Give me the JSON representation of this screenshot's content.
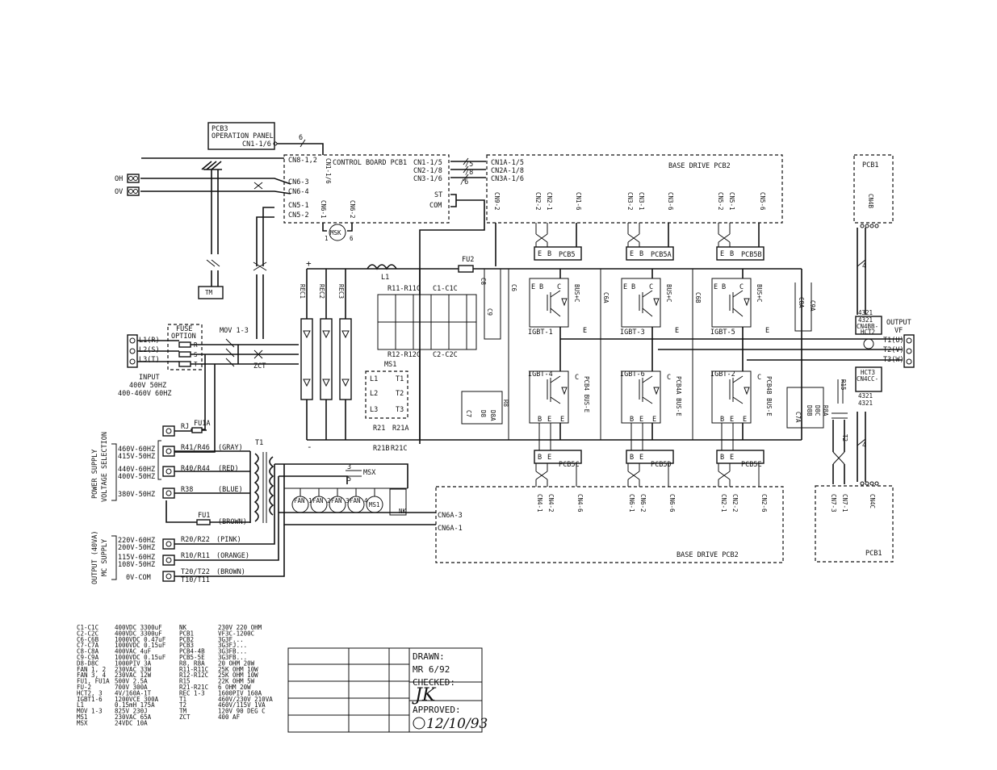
{
  "boards": {
    "operation_panel": [
      "PCB3",
      "OPERATION PANEL",
      "CN1-1/6"
    ],
    "control_board": "CONTROL BOARD PCB1",
    "base_drive_top": "BASE DRIVE PCB2",
    "base_drive_bottom": "BASE DRIVE PCB2",
    "pcb1_top": "PCB1",
    "pcb1_bottom": "PCB1",
    "cn4b": "CN4B",
    "cn4c": "CN4C",
    "cn7_1": "CN7-1",
    "cn7_3": "CN7-3"
  },
  "control_connectors": {
    "left": [
      "CN8-1,2",
      "CN6-3",
      "CN6-4",
      "CN5-1",
      "CN5-2"
    ],
    "right": [
      "CN1-1/5",
      "CN2-1/8",
      "CN3-1/6",
      "ST",
      "COM"
    ],
    "top": "CN1-1/6",
    "bottom": [
      "CN6-1",
      "CN6-2"
    ],
    "msk": "MSK",
    "msk_pins": [
      "1",
      "6"
    ],
    "bus_counts": [
      "/5",
      "/8",
      "/6"
    ],
    "panel_count": "6"
  },
  "base_drive_connectors": {
    "left": [
      "CN1A-1/5",
      "CN2A-1/8",
      "CN3A-1/6"
    ],
    "top": [
      "CN9-2",
      "CN2-2",
      "CN2-1",
      "CN1-6",
      "CN3-2",
      "CN3-1",
      "CN3-6",
      "CN5-2",
      "CN5-1",
      "CN5-6"
    ],
    "bottom": [
      "CN4-1",
      "CN4-2",
      "CN4-6",
      "CN6-1",
      "CN6-2",
      "CN6-6",
      "CN2-1",
      "CN2-2",
      "CN2-6"
    ],
    "cn6a": [
      "CN6A-3",
      "CN6A-1"
    ]
  },
  "terminals": {
    "oh": "OH",
    "ov": "OV",
    "input": [
      "L1(R)",
      "L2(S)",
      "L3(T)"
    ],
    "input_note": [
      "INPUT",
      "400V 50HZ",
      "400-460V 60HZ"
    ],
    "output": [
      "T1(U)",
      "T2(V)",
      "T3(W)"
    ],
    "output_label": [
      "OUTPUT",
      "VF"
    ],
    "tm": "TM",
    "fuse_option": [
      "FUSE",
      "OPTION"
    ],
    "rst": [
      "R",
      "S",
      "T"
    ]
  },
  "components": {
    "mov": "MOV 1-3",
    "zct": "ZCT",
    "rec": [
      "REC1",
      "REC2",
      "REC3"
    ],
    "l1": "L1",
    "fu2": "FU2",
    "r11": "R11-R11C",
    "r12": "R12-R12C",
    "c1": "C1-C1C",
    "c2": "C2-C2C",
    "c8": "C8",
    "c9": "C9",
    "c6": "C6",
    "c7": "C7",
    "d8": "D8",
    "d8a": "D8A",
    "r8": "R8",
    "ms1": "MS1",
    "contacts": [
      "L1",
      "T1",
      "L2",
      "T2",
      "L3",
      "T3"
    ],
    "r21": [
      "R21",
      "R21A",
      "R21B",
      "R21C"
    ],
    "c6a": "C6A",
    "c6b": "C6B",
    "c8a": "C8A",
    "c9a": "C9A",
    "c7a": "C7A",
    "d8b": "D8B",
    "d8c": "D8C",
    "r8a": "R8A",
    "r15": "R15",
    "t2": "T2",
    "hct2": [
      "CN4BB-",
      "HCT2"
    ],
    "hct3": [
      "HCT3",
      "CN4CC-"
    ],
    "pin_nums": "4321",
    "bus_count": "4",
    "plus": "+",
    "minus": "-"
  },
  "igbts": {
    "top": [
      "IGBT-1",
      "IGBT-3",
      "IGBT-5"
    ],
    "bottom": [
      "IGBT-4",
      "IGBT-6",
      "IGBT-2"
    ],
    "top_pcb": [
      "PCB5",
      "PCB5A",
      "PCB5B"
    ],
    "bottom_pcb": [
      "PCB5C",
      "PCB5D",
      "PCB5E"
    ],
    "bus_top": [
      "BUS+C",
      "BUS+C",
      "BUS+C"
    ],
    "bus_bottom": [
      "PCB4 BUS-E",
      "PCB4A BUS-E",
      "PCB4B BUS-E"
    ],
    "pins": [
      "E",
      "B",
      "C"
    ]
  },
  "power_supply": {
    "title": [
      "POWER SUPPLY",
      "VOLTAGE SELECTION"
    ],
    "rows": [
      {
        "volts": [
          "460V-60HZ",
          "415V-50HZ"
        ],
        "res": "R41/R46",
        "color": "(GRAY)"
      },
      {
        "volts": [
          "440V-60HZ",
          "400V-50HZ"
        ],
        "res": "R40/R44",
        "color": "(RED)"
      },
      {
        "volts": [
          "380V-50HZ"
        ],
        "res": "R38",
        "color": "(BLUE)"
      }
    ],
    "rj": "RJ",
    "fu1a": "FU1A",
    "fu1": "FU1",
    "brown": "(BROWN)",
    "t1": "T1",
    "msx": "MSX",
    "msx_pins": [
      "3",
      "5"
    ],
    "fans": [
      "FAN 1",
      "FAN 2",
      "FAN 3",
      "FAN 4"
    ],
    "ms1": "MS1",
    "nk": "NK"
  },
  "mc_supply": {
    "title": [
      "OUTPUT (40VA)",
      "MC SUPPLY"
    ],
    "rows": [
      {
        "volts": [
          "220V-60HZ",
          "200V-50HZ"
        ],
        "res": "R20/R22",
        "color": "(PINK)"
      },
      {
        "volts": [
          "115V-60HZ",
          "108V-50HZ"
        ],
        "res": "R10/R11",
        "color": "(ORANGE)"
      },
      {
        "volts": [
          "0V-COM"
        ],
        "res": "T20/T22",
        "sub": "T10/T11",
        "color": "(BROWN)"
      }
    ]
  },
  "legend": {
    "col1": [
      [
        "C1-C1C",
        "400VDC 3300uF"
      ],
      [
        "C2-C2C",
        "400VDC 3300uF"
      ],
      [
        "C6-C6B",
        "1000VDC 0.47uF"
      ],
      [
        "C7-C7A",
        "1000VDC 0.15uF"
      ],
      [
        "C8-C8A",
        "400VAC 4uF"
      ],
      [
        "C9-C9A",
        "1000VDC 0.15uF"
      ],
      [
        "D8-D8C",
        "1000PIV 3A"
      ],
      [
        "FAN 1, 2",
        "230VAC 33W"
      ],
      [
        "FAN 3, 4",
        "230VAC 12W"
      ],
      [
        "FU1, FU1A",
        "500V 2.5A"
      ],
      [
        "FU-2",
        "700V 300A"
      ],
      [
        "HCT2, 3",
        "4V/160A-1T"
      ],
      [
        "IGBT1-6",
        "1200VCE 300A"
      ],
      [
        "L1",
        "0.15mH 175A"
      ],
      [
        "MOV 1-3",
        "825V 230J"
      ],
      [
        "MS1",
        "230VAC 65A"
      ],
      [
        "MSX",
        "24VDC 10A"
      ]
    ],
    "col2": [
      [
        "NK",
        "230V 220 OHM"
      ],
      [
        "PCB1",
        "VF3C-1200C"
      ],
      [
        "PCB2",
        "3G3F..."
      ],
      [
        "PCB3",
        "3G3FJ..."
      ],
      [
        "PCB4-4B",
        "3G3FB..."
      ],
      [
        "PCB5-5E",
        "3G3FB..."
      ],
      [
        "R8, R8A",
        "20 OHM 20W"
      ],
      [
        "R11-R11C",
        "25K OHM 10W"
      ],
      [
        "R12-R12C",
        "25K OHM 10W"
      ],
      [
        "R15",
        "22K OHM 5W"
      ],
      [
        "R21-R21C",
        "6 OHM 20W"
      ],
      [
        "REC 1-3",
        "1600PIV 160A"
      ],
      [
        "T1",
        "460V/230V 210VA"
      ],
      [
        "T2",
        "460V/115V 1VA"
      ],
      [
        "TM",
        "120V 90 DEG C"
      ],
      [
        "ZCT",
        "400 AF"
      ]
    ]
  },
  "title_block": {
    "drawn": "DRAWN:",
    "drawn_by": "MR 6/92",
    "checked": "CHECKED:",
    "checked_sig": "JK",
    "approved": "APPROVED:",
    "approved_sig": "12/10/93"
  }
}
